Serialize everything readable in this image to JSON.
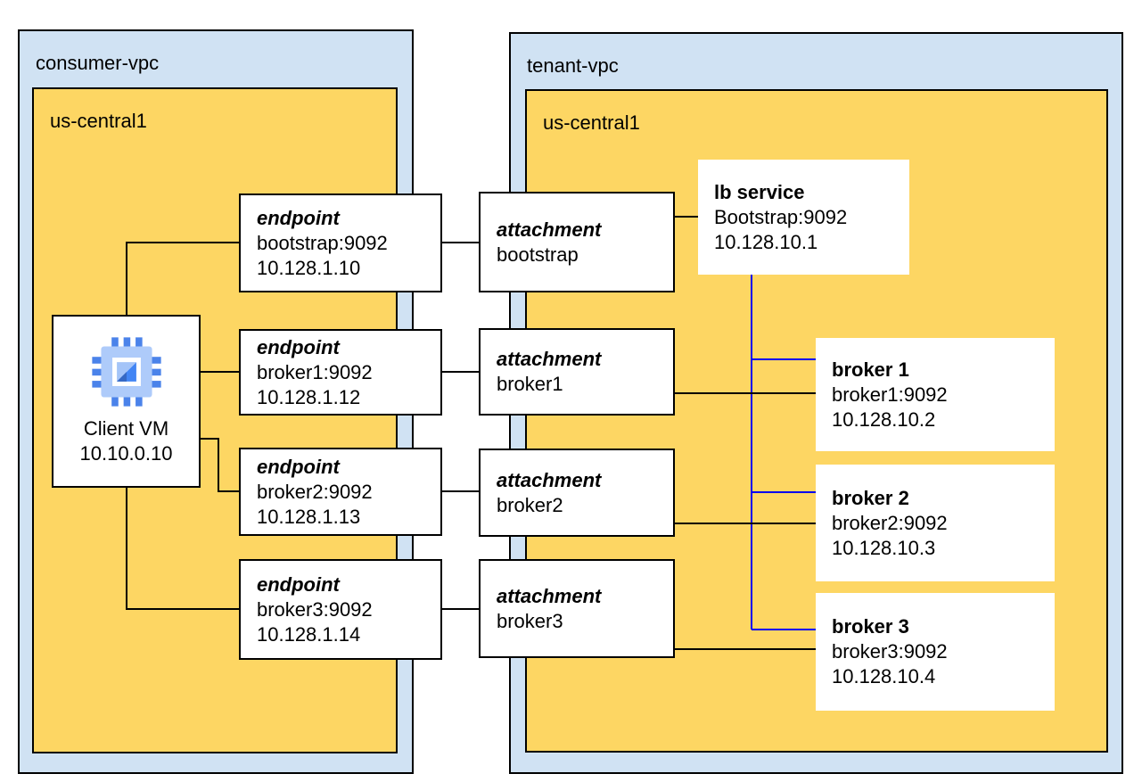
{
  "diagram": {
    "consumer_vpc": {
      "label": "consumer-vpc",
      "region_label": "us-central1"
    },
    "tenant_vpc": {
      "label": "tenant-vpc",
      "region_label": "us-central1"
    },
    "client_vm": {
      "title": "Client VM",
      "ip": "10.10.0.10",
      "icon": "compute-engine-chip-icon"
    },
    "endpoints": [
      {
        "title": "endpoint",
        "line1": "bootstrap:9092",
        "line2": "10.128.1.10"
      },
      {
        "title": "endpoint",
        "line1": "broker1:9092",
        "line2": "10.128.1.12"
      },
      {
        "title": "endpoint",
        "line1": "broker2:9092",
        "line2": "10.128.1.13"
      },
      {
        "title": "endpoint",
        "line1": "broker3:9092",
        "line2": "10.128.1.14"
      }
    ],
    "attachments": [
      {
        "title": "attachment",
        "line1": "bootstrap"
      },
      {
        "title": "attachment",
        "line1": "broker1"
      },
      {
        "title": "attachment",
        "line1": "broker2"
      },
      {
        "title": "attachment",
        "line1": "broker3"
      }
    ],
    "lb_service": {
      "title": "lb service",
      "line1": "Bootstrap:9092",
      "line2": "10.128.10.1"
    },
    "brokers": [
      {
        "title": "broker 1",
        "line1": "broker1:9092",
        "line2": "10.128.10.2"
      },
      {
        "title": "broker 2",
        "line1": "broker2:9092",
        "line2": "10.128.10.3"
      },
      {
        "title": "broker 3",
        "line1": "broker3:9092",
        "line2": "10.128.10.4"
      }
    ],
    "colors": {
      "vpc_fill": "#d0e2f3",
      "region_fill": "#fdd663",
      "box_border": "#000000",
      "connector": "#000000",
      "lb_connector": "#0000ee",
      "icon_pin_blue": "#4b83ea",
      "icon_body_blue": "#aecbfa",
      "icon_art_blue": "#4285f4"
    }
  }
}
